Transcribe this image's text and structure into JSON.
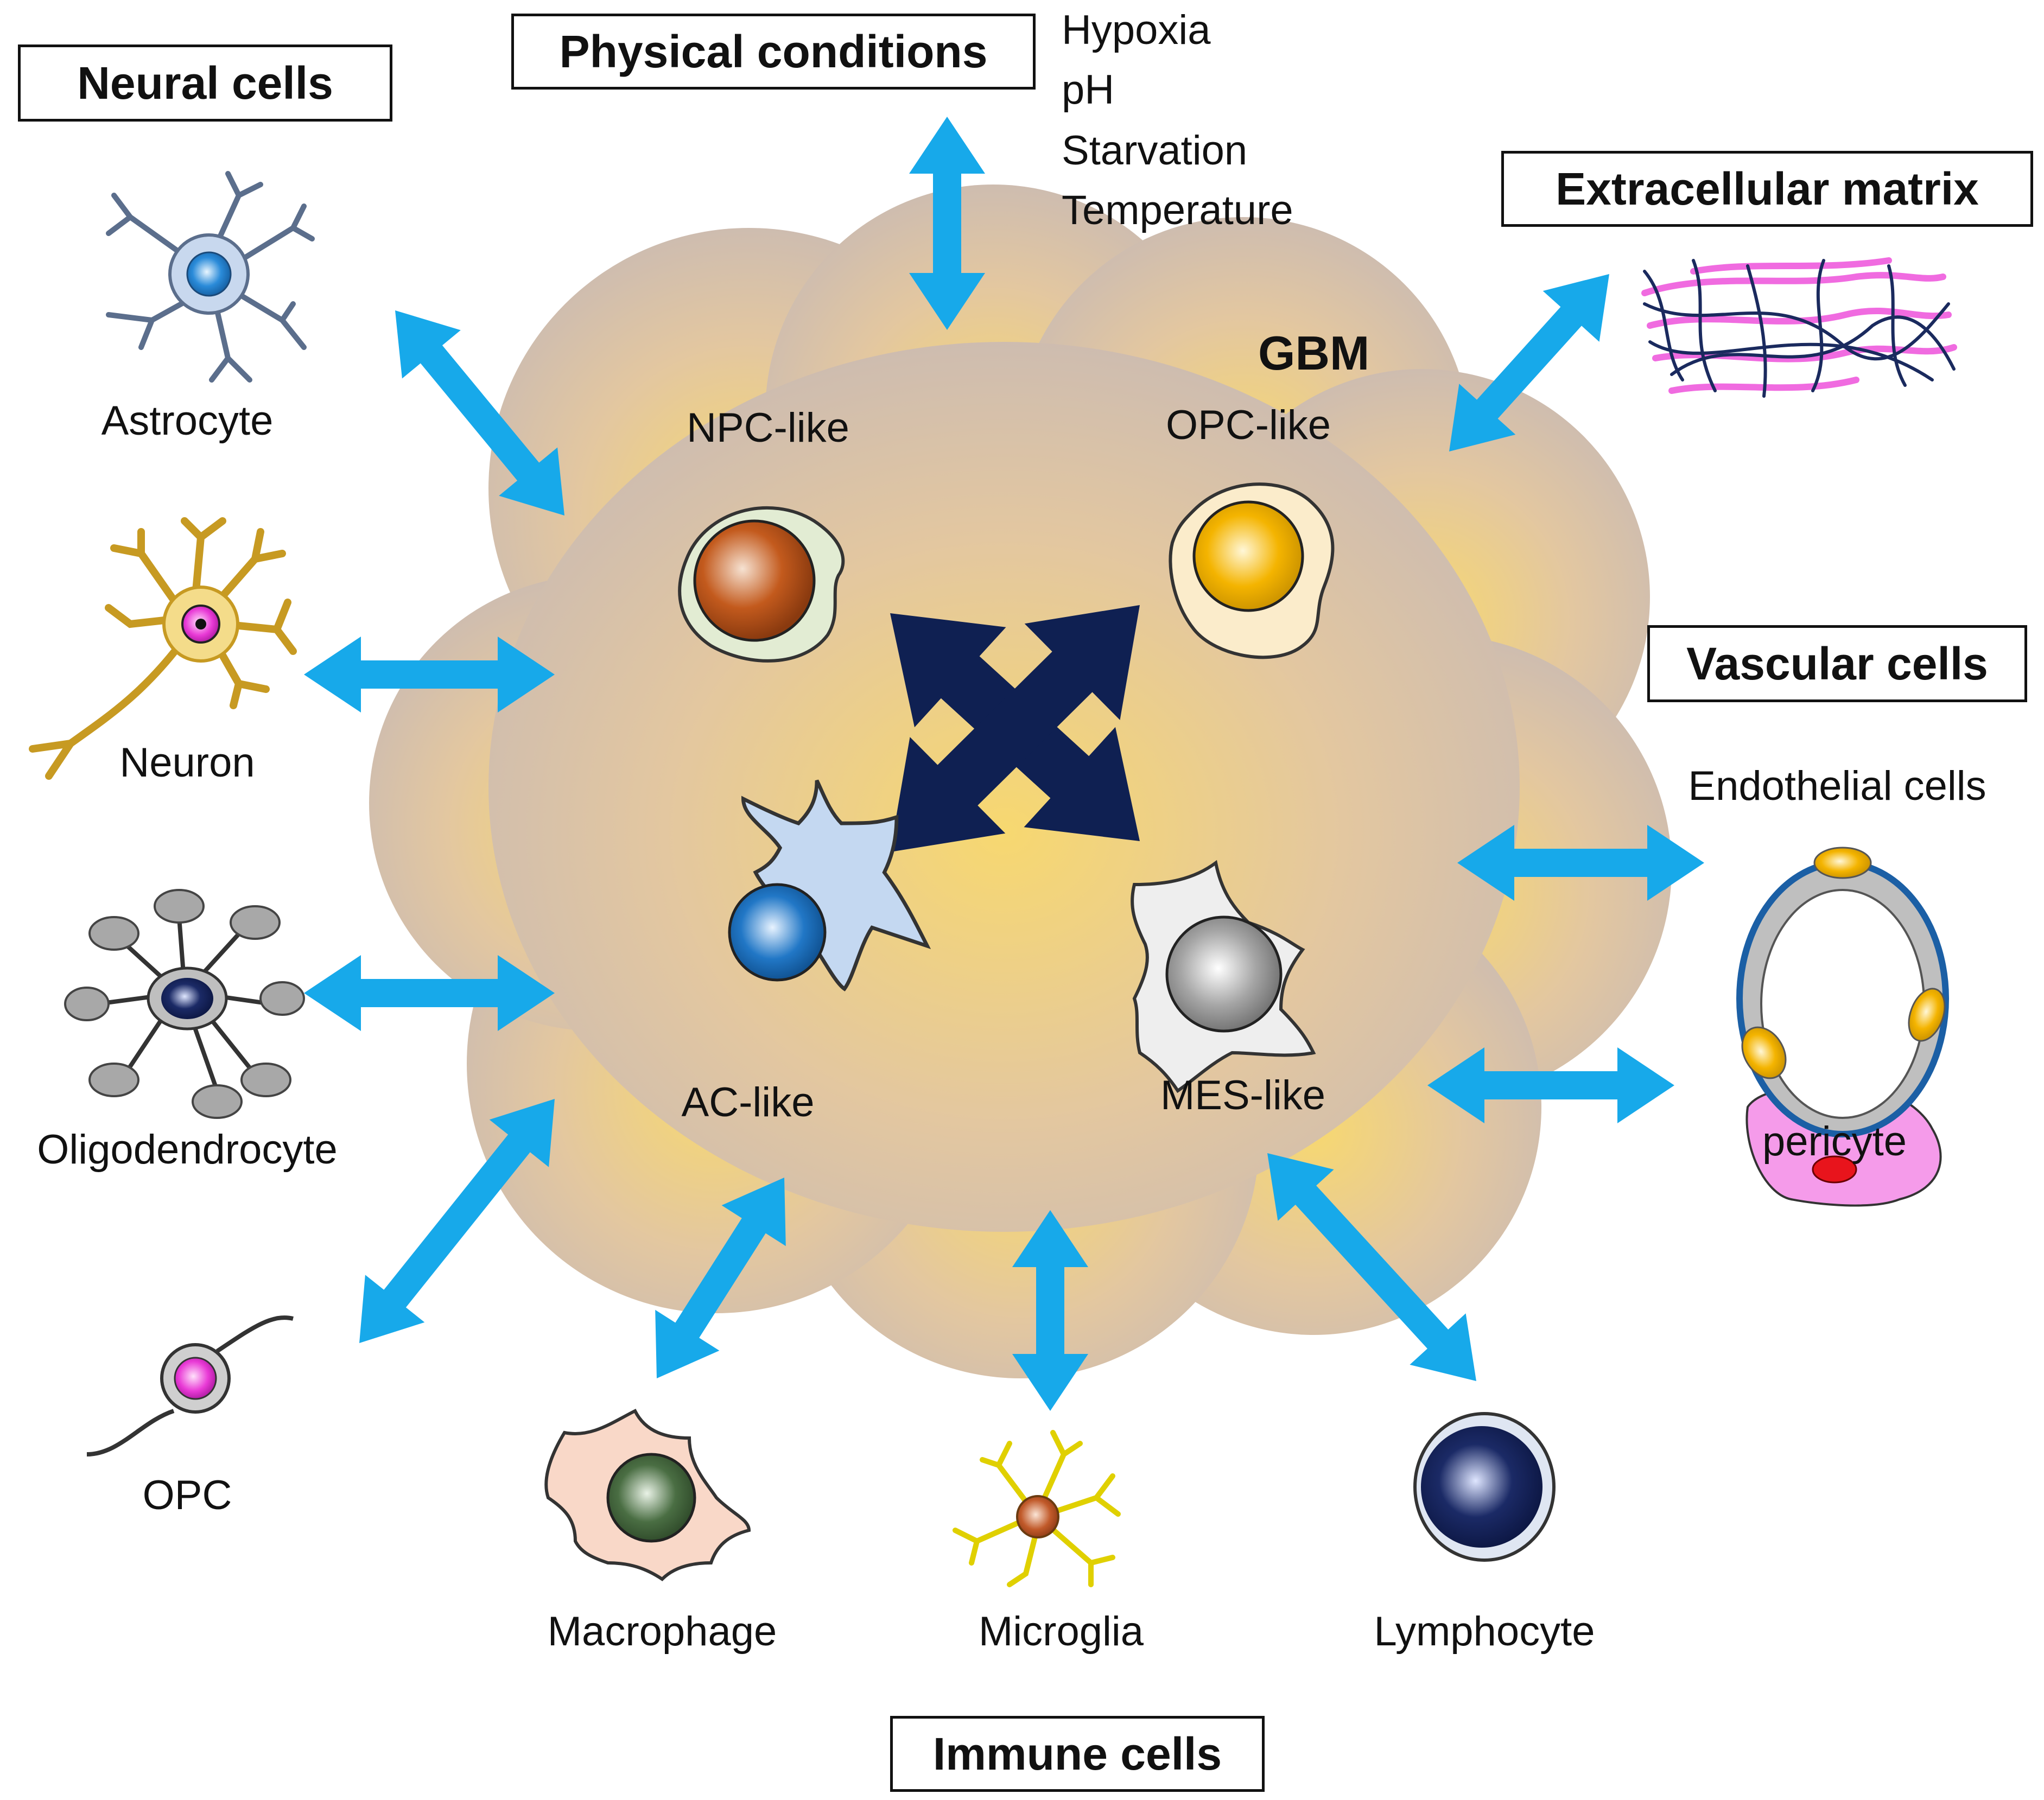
{
  "headings": {
    "neural": "Neural cells",
    "physical": "Physical  conditions",
    "ecm": "Extracellular matrix",
    "vascular": "Vascular cells",
    "immune": "Immune cells"
  },
  "physical_conditions": [
    "Hypoxia",
    "pH",
    "Starvation",
    "Temperature"
  ],
  "tumor": {
    "label": "GBM",
    "states": {
      "npc": "NPC-like",
      "opc": "OPC-like",
      "ac": "AC-like",
      "mes": "MES-like"
    }
  },
  "cells": {
    "astrocyte": "Astrocyte",
    "neuron": "Neuron",
    "oligodendrocyte": "Oligodendrocyte",
    "opc": "OPC",
    "macrophage": "Macrophage",
    "microglia": "Microglia",
    "lymphocyte": "Lymphocyte",
    "endothelial": "Endothelial cells",
    "pericyte": "pericyte"
  },
  "colors": {
    "arrow": "#17a9ea",
    "central_arrow": "#0f2052",
    "tumor_edge": "#b9aaa3",
    "tumor_center": "#f7d26a",
    "npc_nucleus": "#c1551a",
    "opc_nucleus": "#f2b000",
    "ac_nucleus": "#1f77c9",
    "mes_nucleus": "#9b9b9b",
    "ecm_pink": "#f06be0",
    "ecm_navy": "#1a2a5e"
  }
}
